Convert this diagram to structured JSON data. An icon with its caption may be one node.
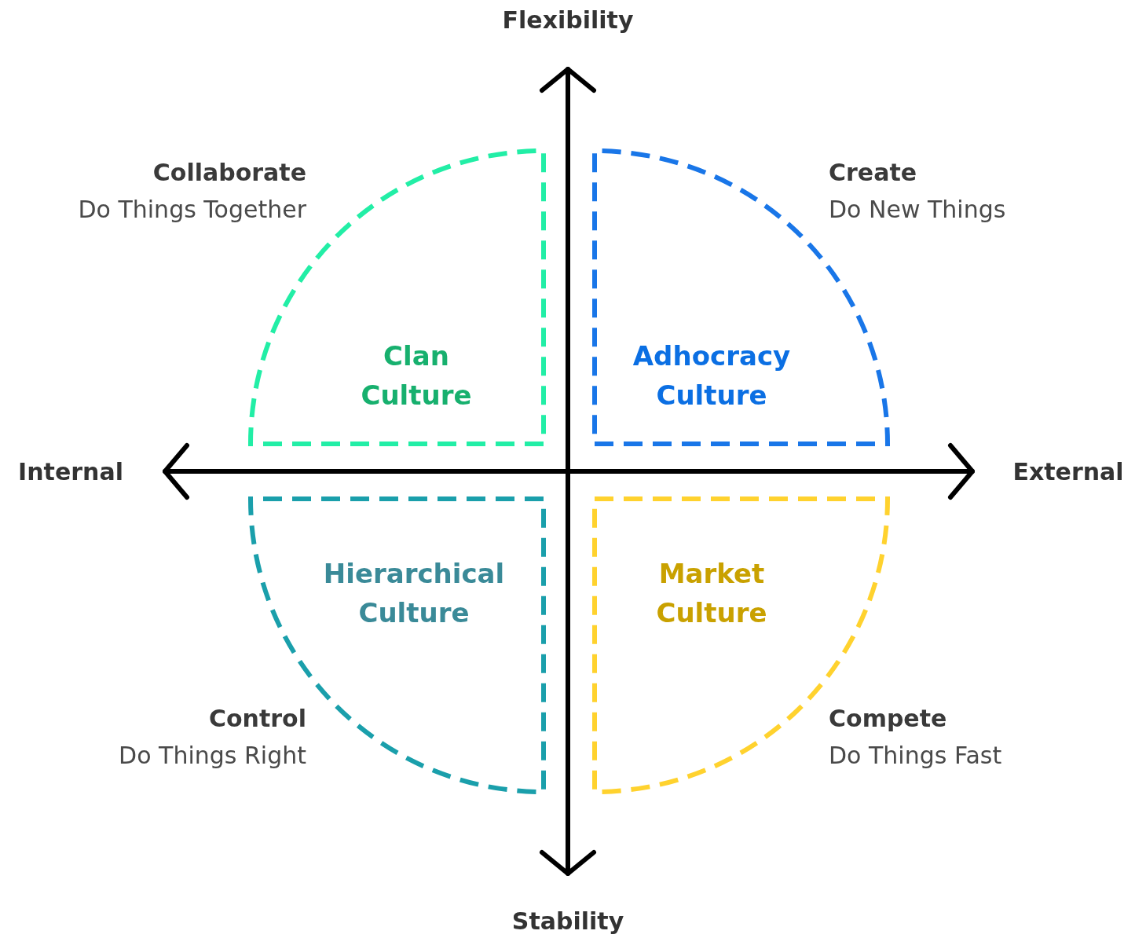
{
  "diagram": {
    "nodes": [
      {
        "text": [
          "Clan Culture"
        ],
        "beside": [
          "Collaborate",
          "Do Things Together"
        ]
      },
      {
        "text": [
          "Adhocracy Culture"
        ],
        "beside": [
          "Create",
          "Do New Things"
        ]
      },
      {
        "text": [
          "Hierarchical Culture"
        ],
        "beside": [
          "Control",
          "Do Things Right"
        ]
      },
      {
        "text": [
          "Market Culture"
        ],
        "beside": [
          "Compete",
          "Do Things Fast"
        ]
      }
    ],
    "labels": [
      "Flexibility",
      "Internal",
      "External",
      "Stability"
    ]
  }
}
